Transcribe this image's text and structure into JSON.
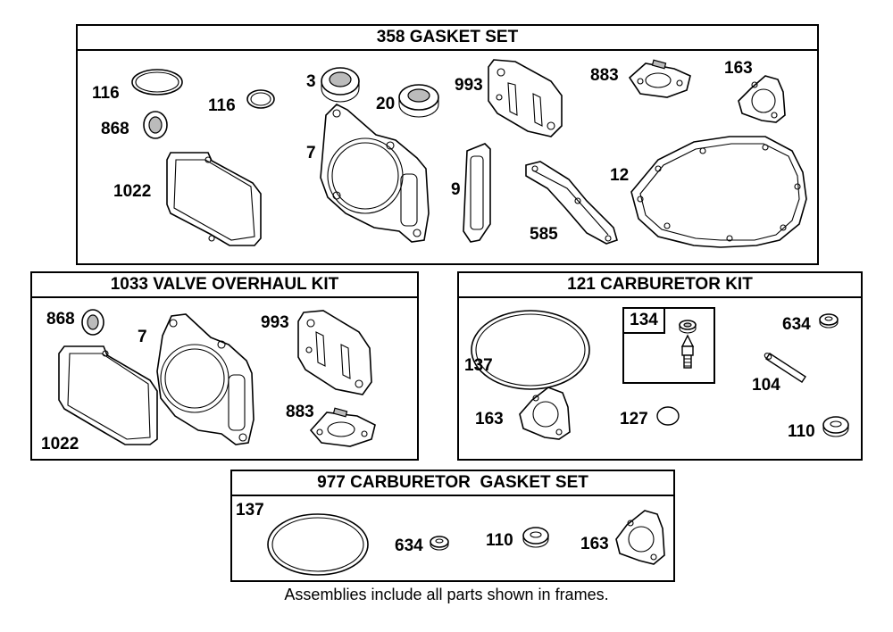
{
  "frames": {
    "gasket_set": {
      "title": "358 GASKET SET"
    },
    "valve_kit": {
      "title": "1033 VALVE OVERHAUL KIT"
    },
    "carb_kit": {
      "title": "121 CARBURETOR KIT",
      "subframe_label": "134"
    },
    "carb_gasket": {
      "title": "977 CARBURETOR  GASKET SET"
    }
  },
  "labels": {
    "gasket_set": [
      "116",
      "868",
      "1022",
      "116",
      "3",
      "20",
      "7",
      "993",
      "9",
      "585",
      "883",
      "163",
      "12"
    ],
    "valve_kit": [
      "868",
      "7",
      "993",
      "883",
      "1022"
    ],
    "carb_kit": [
      "137",
      "163",
      "127",
      "634",
      "104",
      "110"
    ],
    "carb_gasket": [
      "137",
      "634",
      "110",
      "163"
    ]
  },
  "footnote": "Assemblies include all parts shown in frames."
}
